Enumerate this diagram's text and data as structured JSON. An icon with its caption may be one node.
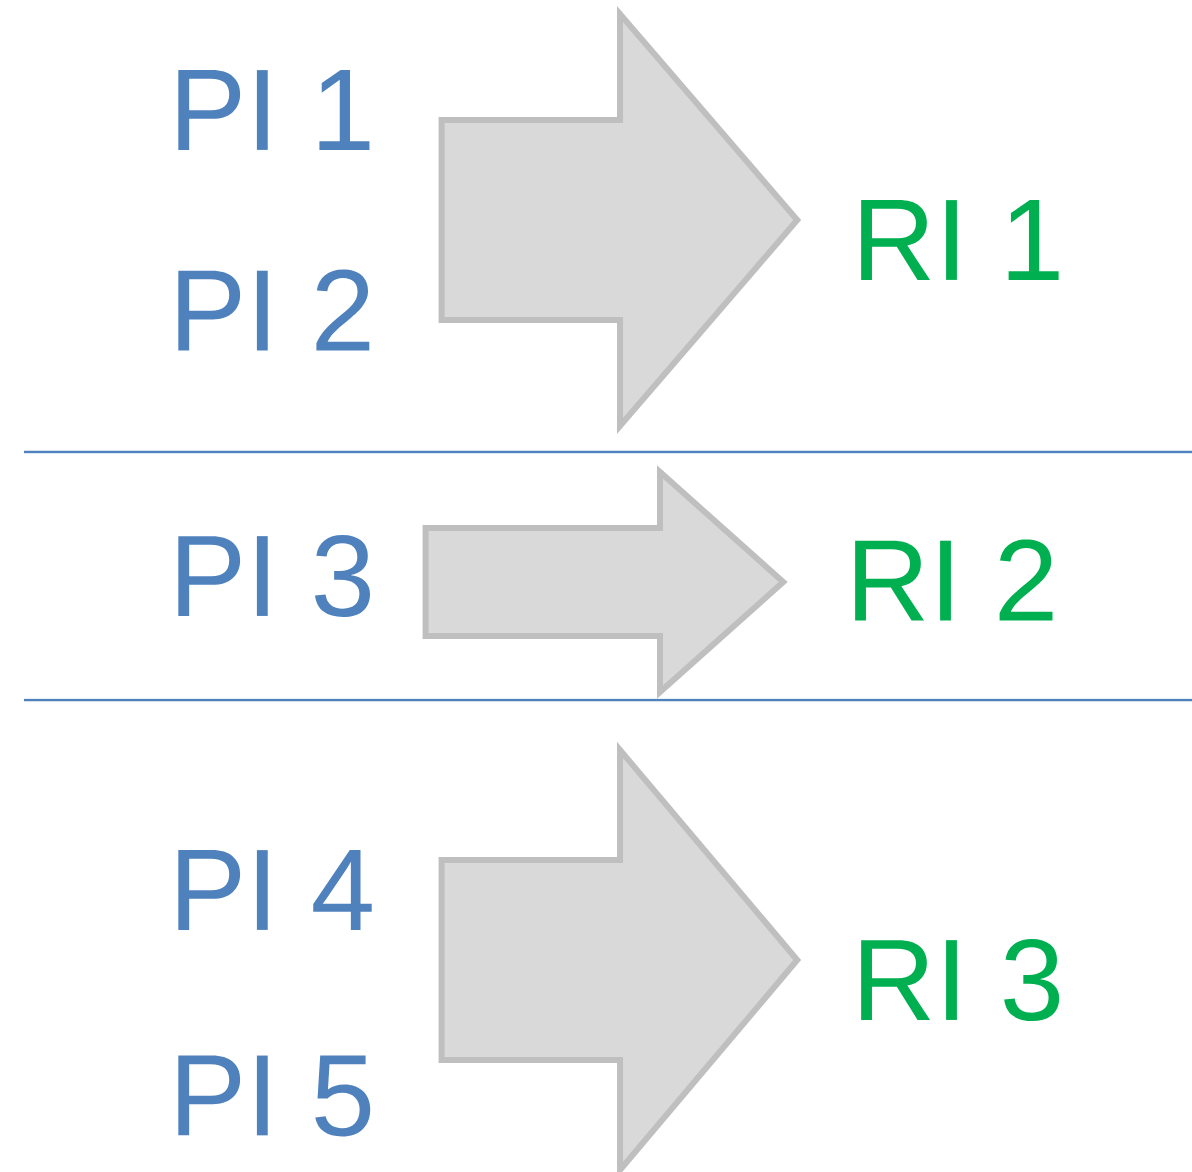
{
  "diagram": {
    "nodes": [
      {
        "text": [
          "PI 1"
        ]
      },
      {
        "text": [
          "PI 2"
        ]
      },
      {
        "text": [
          "RI 1"
        ]
      },
      {
        "text": [
          "PI 3"
        ]
      },
      {
        "text": [
          "RI 2"
        ]
      },
      {
        "text": [
          "PI 4"
        ]
      },
      {
        "text": [
          "PI 5"
        ]
      },
      {
        "text": [
          "RI 3"
        ]
      }
    ],
    "edges": [
      {
        "from": 0,
        "to": 2,
        "arrow": "to"
      },
      {
        "from": 1,
        "to": 2,
        "arrow": "to"
      },
      {
        "from": 3,
        "to": 4,
        "arrow": "to"
      },
      {
        "from": 5,
        "to": 7,
        "arrow": "to"
      },
      {
        "from": 6,
        "to": 7,
        "arrow": "to"
      }
    ]
  }
}
